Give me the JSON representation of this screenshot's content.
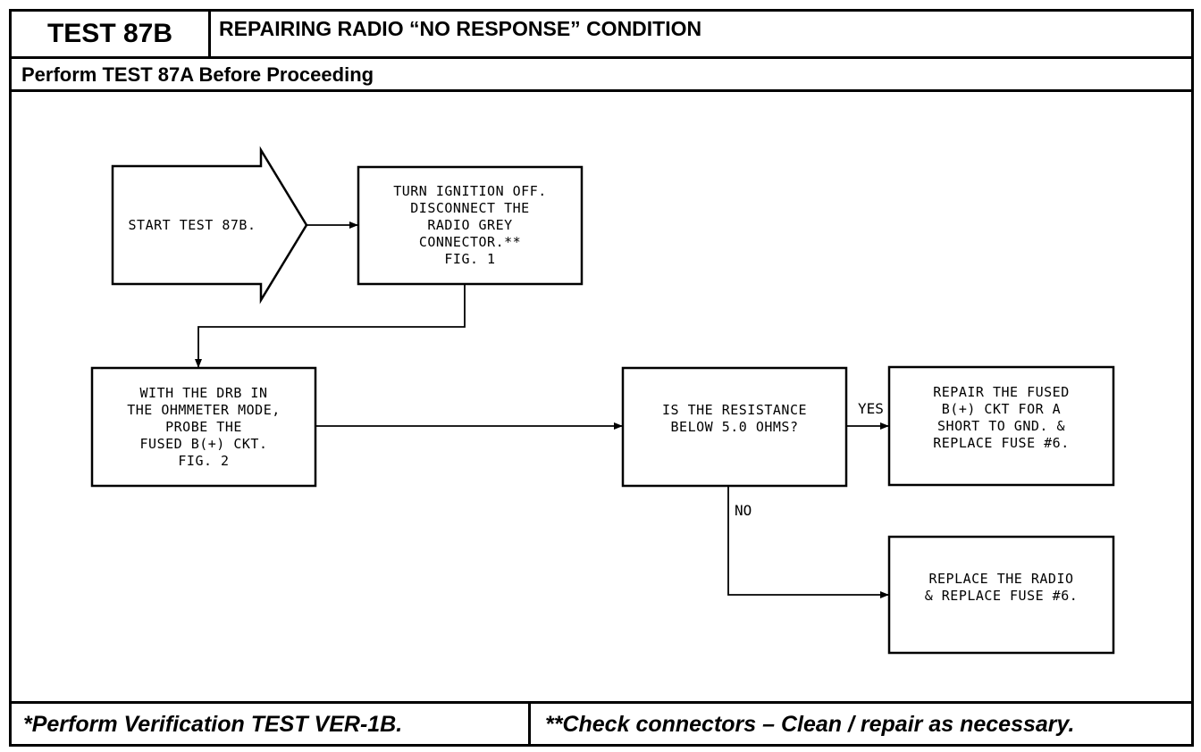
{
  "header": {
    "test_label": "TEST 87B",
    "title": "REPAIRING RADIO “NO RESPONSE” CONDITION",
    "subtitle": "Perform TEST 87A Before Proceeding"
  },
  "flow": {
    "start": "START TEST 87B.",
    "step1": "TURN IGNITION OFF.\nDISCONNECT THE\nRADIO GREY\nCONNECTOR.**\nFIG. 1",
    "step2": "WITH THE DRB IN\nTHE OHMMETER MODE,\nPROBE THE\nFUSED B(+) CKT.\nFIG. 2",
    "decision": "IS THE RESISTANCE\nBELOW 5.0 OHMS?",
    "yes_label": "YES",
    "no_label": "NO",
    "yes_action": "REPAIR THE FUSED\nB(+) CKT FOR A\nSHORT TO GND. &\nREPLACE FUSE #6.",
    "no_action": "REPLACE THE RADIO\n& REPLACE FUSE #6."
  },
  "footer": {
    "left": "*Perform Verification TEST VER-1B.",
    "right": "**Check connectors – Clean / repair as necessary."
  }
}
